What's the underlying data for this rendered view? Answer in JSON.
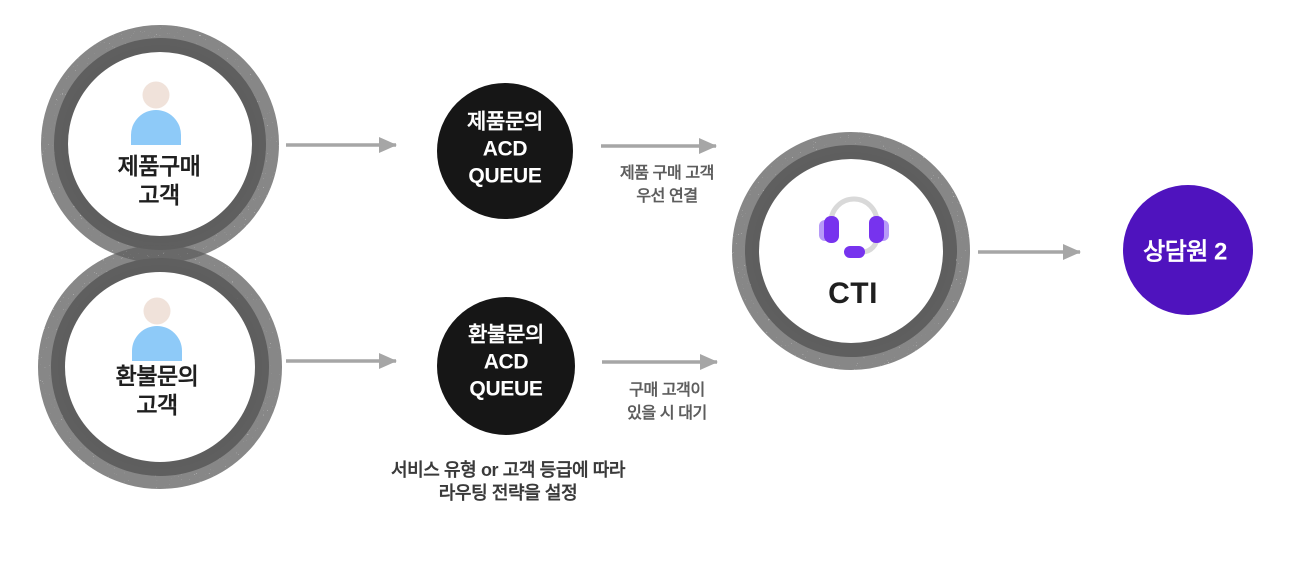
{
  "flow": {
    "customer_nodes": [
      {
        "line1": "제품구매",
        "line2": "고객"
      },
      {
        "line1": "환불문의",
        "line2": "고객"
      }
    ],
    "queue_nodes": [
      {
        "line1": "제품문의",
        "line2": "ACD",
        "line3": "QUEUE"
      },
      {
        "line1": "환불문의",
        "line2": "ACD",
        "line3": "QUEUE"
      }
    ],
    "cti_node": {
      "label": "CTI"
    },
    "agent_node": {
      "label": "상담원 2"
    },
    "edge_labels": {
      "product_priority": {
        "line1": "제품 구매 고객",
        "line2": "우선 연결"
      },
      "refund_wait": {
        "line1": "구매 고객이",
        "line2": "있을 시 대기"
      }
    },
    "note": {
      "line1": "서비스 유형 or 고객 등급에 따라",
      "line2": "라우팅 전략을 설정"
    }
  },
  "icons": {
    "customer": "person-icon",
    "cti": "headset-icon"
  },
  "colors": {
    "background": "#ffffff",
    "node_ring": "#5e5e5e",
    "node_fill": "#ffffff",
    "queue_fill": "#161616",
    "queue_text": "#ffffff",
    "agent_fill": "#4f13be",
    "agent_text": "#ffffff",
    "arrow": "#a6a6a6",
    "label_text": "#1f1f1f",
    "edge_label_text": "#5d5d5d",
    "note_text": "#3a3a3a",
    "person_head": "#f0e2da",
    "person_body": "#8ecaf8",
    "headset_band": "#d9d9d9",
    "headset_dark": "#7733ee",
    "headset_light": "#b79af8"
  }
}
